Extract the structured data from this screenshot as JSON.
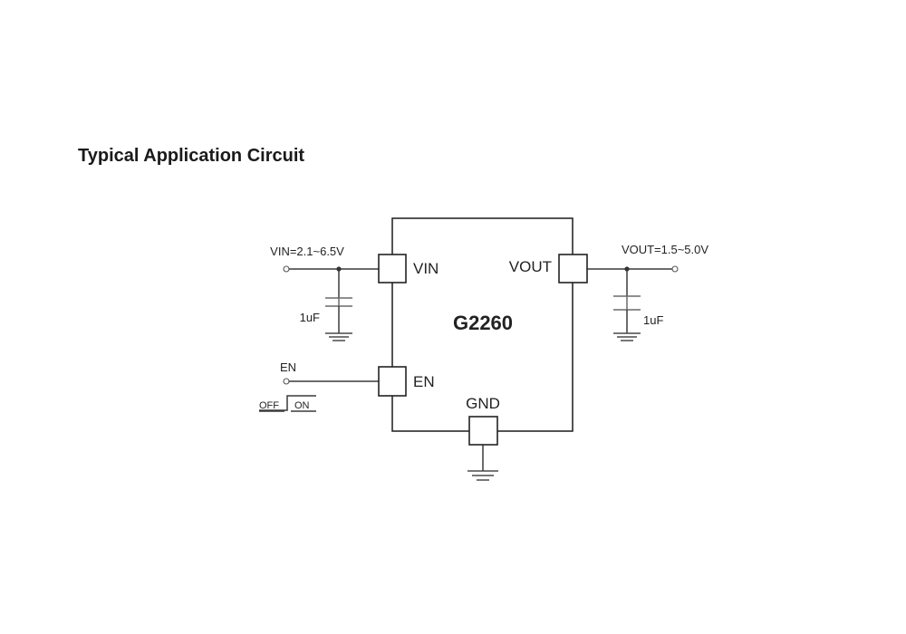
{
  "title": "Typical Application Circuit",
  "circuit": {
    "ic_name": "G2260",
    "pins": {
      "vin": "VIN",
      "vout": "VOUT",
      "en": "EN",
      "gnd": "GND"
    },
    "input_label": "VIN=2.1~6.5V",
    "output_label": "VOUT=1.5~5.0V",
    "input_cap": "1uF",
    "output_cap": "1uF",
    "en_label": "EN",
    "switch": {
      "off": "OFF",
      "on": "ON"
    }
  }
}
